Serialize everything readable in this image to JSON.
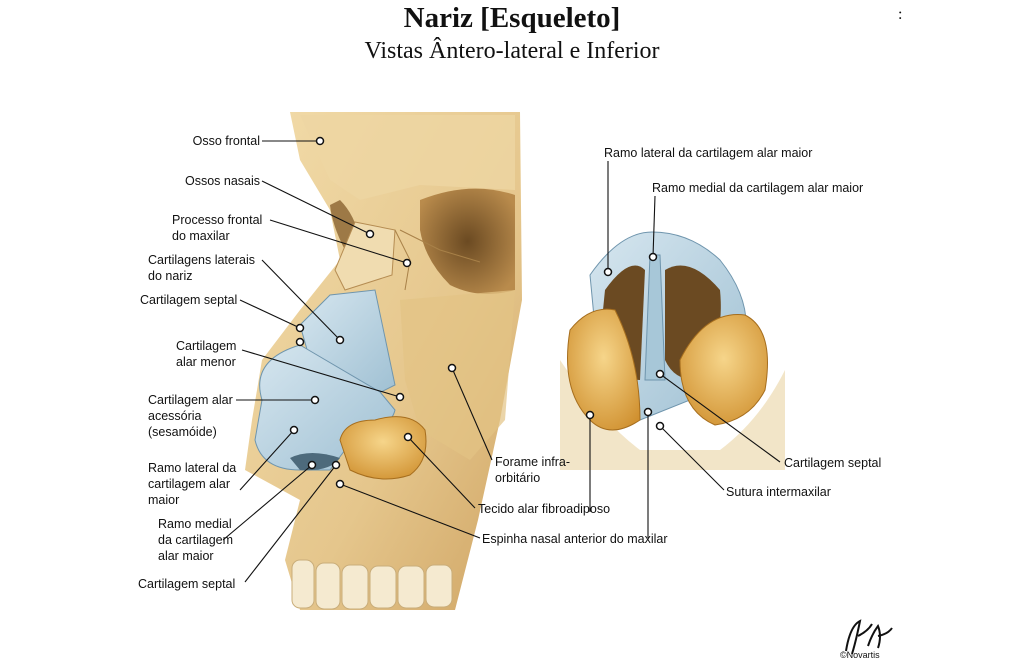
{
  "title": "Nariz [Esqueleto]",
  "subtitle": "Vistas Ântero-lateral e Inferior",
  "corner_mark": ":",
  "labels": {
    "osso_frontal": "Osso frontal",
    "ossos_nasais": "Ossos nasais",
    "processo_frontal_1": "Processo frontal",
    "processo_frontal_2": "do maxilar",
    "cart_laterais_1": "Cartilagens laterais",
    "cart_laterais_2": "do nariz",
    "cart_septal_left": "Cartilagem septal",
    "cart_alar_menor_1": "Cartilagem",
    "cart_alar_menor_2": "alar menor",
    "cart_alar_acess_1": "Cartilagem alar",
    "cart_alar_acess_2": "acessória",
    "cart_alar_acess_3": "(sesamóide)",
    "ramo_lateral_1": "Ramo lateral da",
    "ramo_lateral_2": "cartilagem alar",
    "ramo_lateral_3": "maior",
    "ramo_medial_1": "Ramo medial",
    "ramo_medial_2": "da cartilagem",
    "ramo_medial_3": "alar maior",
    "cart_septal_bottom": "Cartilagem septal",
    "forame_1": "Forame infra-",
    "forame_2": "orbitário",
    "tecido_alar": "Tecido alar fibroadiposo",
    "espinha_nasal": "Espinha nasal anterior do maxilar",
    "ramo_lateral_right": "Ramo lateral da cartilagem alar maior",
    "ramo_medial_right": "Ramo medial da cartilagem alar maior",
    "cart_septal_right": "Cartilagem septal",
    "sutura": "Sutura intermaxilar"
  },
  "signature": {
    "credit": "©Novartis"
  },
  "colors": {
    "bone": "#e9cf98",
    "bone_shadow": "#c79a55",
    "cartilage": "#b9d4e2",
    "cartilage_dark": "#7fa5bd",
    "fat_tissue": "#e6b24a",
    "pointer_line": "#111111"
  }
}
